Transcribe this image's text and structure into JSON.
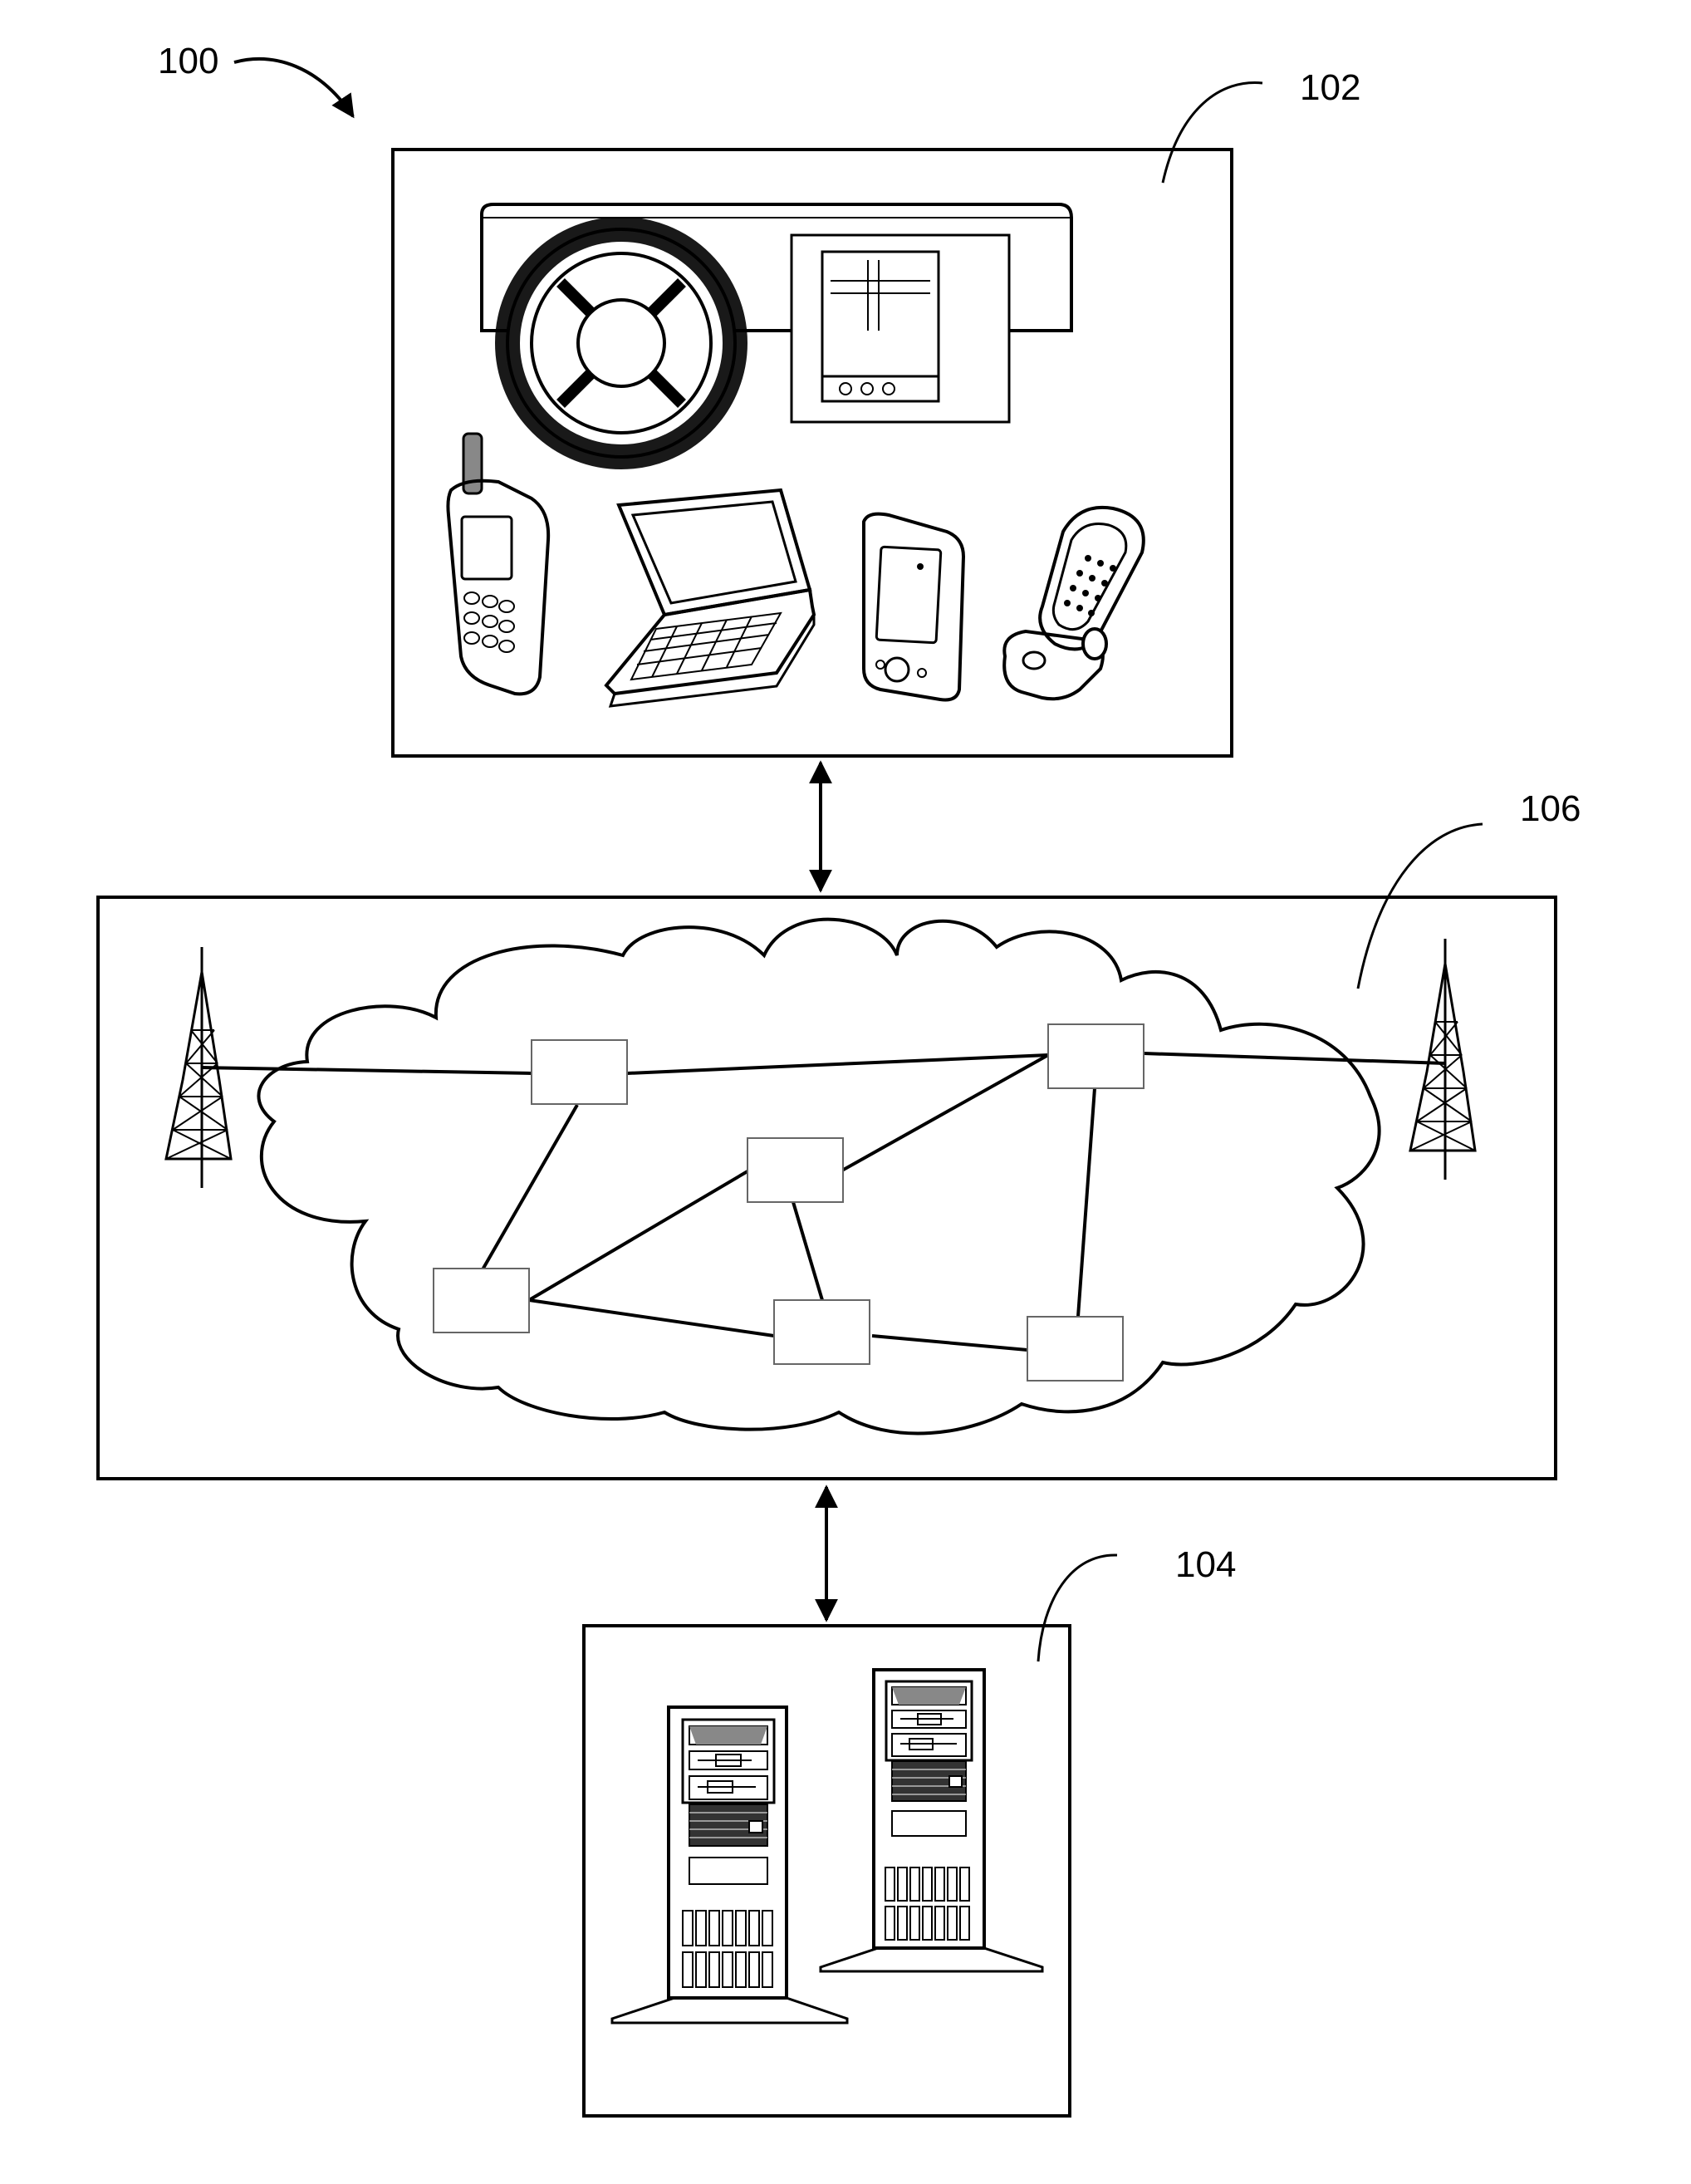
{
  "figure": {
    "labels": {
      "system": "100",
      "client_devices": "102",
      "network": "106",
      "servers": "104"
    }
  }
}
